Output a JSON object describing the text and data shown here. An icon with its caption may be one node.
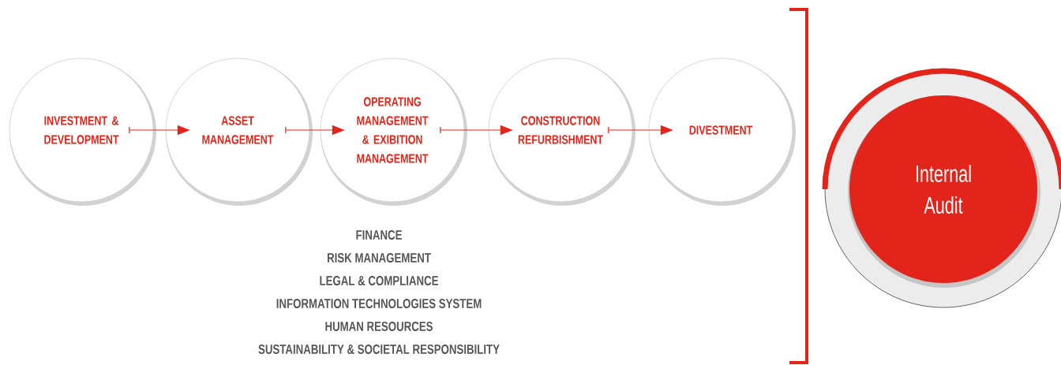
{
  "diagram": {
    "nodes": [
      {
        "text": [
          "INVESTMENT & DEVELOPMENT"
        ]
      },
      {
        "text": [
          "ASSET MANAGEMENT"
        ]
      },
      {
        "text": [
          "OPERATING MANAGEMENT & EXIBITION MANAGEMENT"
        ]
      },
      {
        "text": [
          "CONSTRUCTION REFURBISHMENT"
        ]
      },
      {
        "text": [
          "DIVESTMENT"
        ]
      },
      {
        "text": [
          "Internal Audit"
        ]
      }
    ],
    "edges": [
      {
        "from": 0,
        "to": 1,
        "arrow": "to"
      },
      {
        "from": 1,
        "to": 2,
        "arrow": "to"
      },
      {
        "from": 2,
        "to": 3,
        "arrow": "to"
      },
      {
        "from": 3,
        "to": 4,
        "arrow": "to"
      }
    ],
    "labels": [
      "FINANCE",
      "RISK MANAGEMENT",
      "LEGAL & COMPLIANCE",
      "INFORMATION TECHNOLOGIES SYSTEM",
      "HUMAN RESOURCES",
      "SUSTAINABILITY & SOCIETAL RESPONSIBILITY"
    ]
  }
}
